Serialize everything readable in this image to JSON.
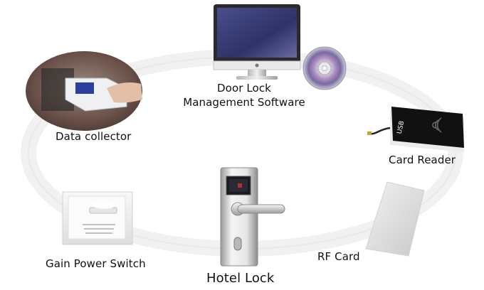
{
  "labels": {
    "software_line1": "Door Lock",
    "software_line2": "Management Software",
    "data_collector": "Data collector",
    "card_reader": "Card Reader",
    "gain_power_switch": "Gain Power Switch",
    "hotel_lock": "Hotel Lock",
    "rf_card": "RF Card"
  },
  "colors": {
    "ring": "#f2f2f2",
    "monitor_bezel": "#2a2a2a",
    "screen": "#3a3f78",
    "reader_body": "#1a1a1a",
    "lock_metal": "#d9d9d9"
  },
  "icons": [
    "monitor-icon",
    "cd-disc-icon",
    "data-collector-photo",
    "card-reader-icon",
    "power-switch-icon",
    "hotel-lock-icon",
    "rf-card-icon"
  ]
}
